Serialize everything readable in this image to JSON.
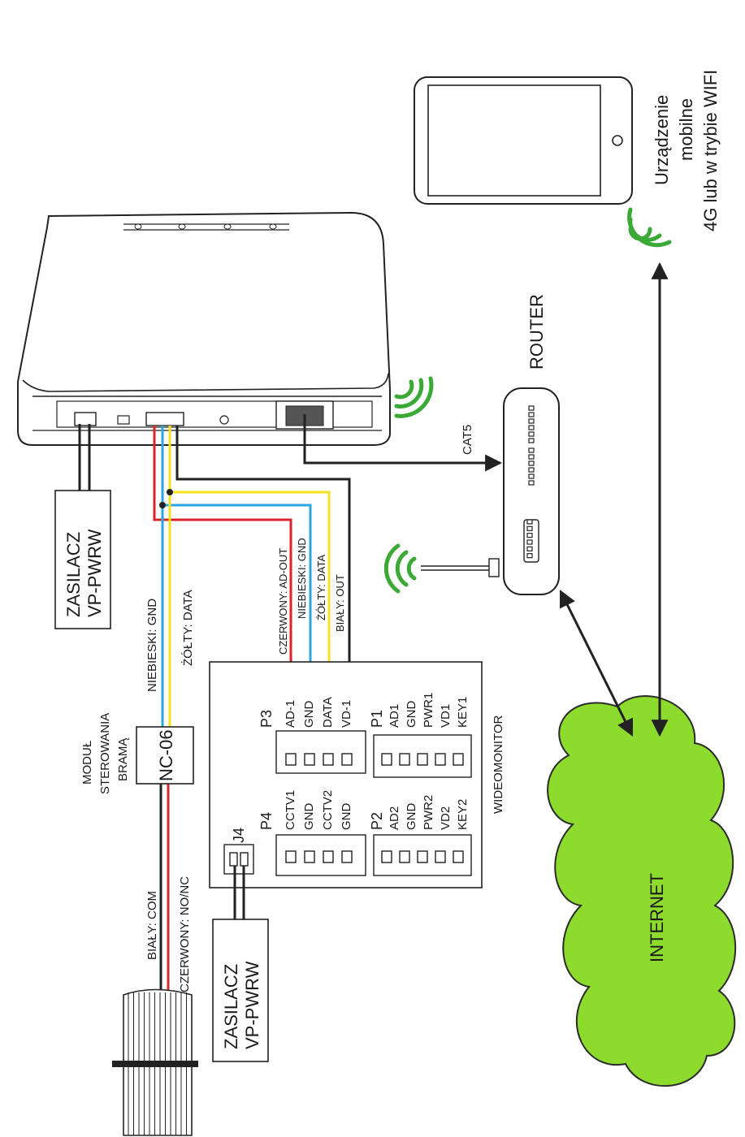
{
  "colors": {
    "red": "#d9262c",
    "blue": "#2aa7de",
    "yellow": "#f5e21d",
    "black": "#222222",
    "cloud_fill": "#8ddb2c",
    "wifi_green": "#3aa935"
  },
  "labels": {
    "mobile": [
      "Urządzenie",
      "mobilne",
      "4G lub w trybie WIFI"
    ],
    "router": "ROUTER",
    "cat5": "CAT5",
    "internet": "INTERNET",
    "power1": [
      "ZASILACZ",
      "VP-PWRW"
    ],
    "power2": [
      "ZASILACZ",
      "VP-PWRW"
    ],
    "module_title": [
      "MODUŁ",
      "STEROWANIA",
      "BRAMĄ"
    ],
    "module_name": "NC-06",
    "wire_gnd": "NIEBIESKI: GND",
    "wire_data": "ŻÓŁTY: DATA",
    "wire_com": "BIAŁY: COM",
    "wire_nonc": "CZERWONY: NO/NC",
    "monitor_wires": [
      "CZERWONY: AD-OUT",
      "NIEBIESKI: GND",
      "ŻÓŁTY: DATA",
      "BIAŁY: OUT"
    ],
    "videomonitor": "WIDEOMONITOR",
    "j4": "J4"
  },
  "ports": {
    "p3": {
      "title": "P3",
      "pins": [
        "AD-1",
        "GND",
        "DATA",
        "VD-1"
      ]
    },
    "p1": {
      "title": "P1",
      "pins": [
        "AD1",
        "GND",
        "PWR1",
        "VD1",
        "KEY1"
      ]
    },
    "p4": {
      "title": "P4",
      "pins": [
        "CCTV1",
        "GND",
        "CCTV2",
        "GND"
      ]
    },
    "p2": {
      "title": "P2",
      "pins": [
        "AD2",
        "GND",
        "PWR2",
        "VD2",
        "KEY2"
      ]
    }
  }
}
